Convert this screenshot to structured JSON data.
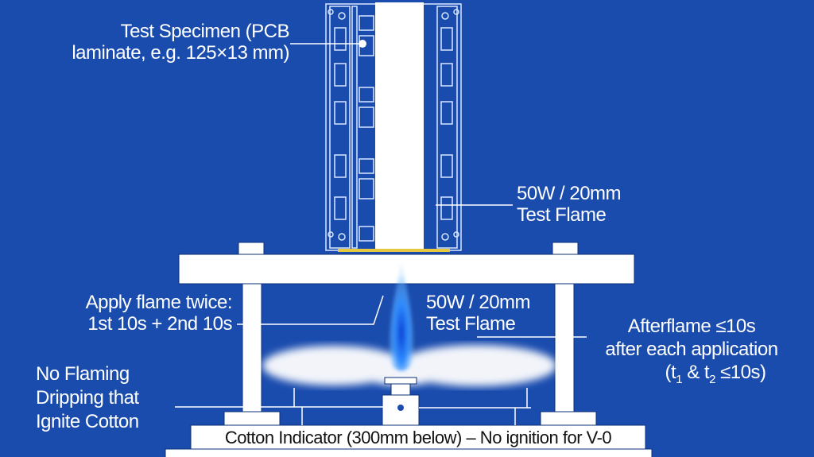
{
  "labels": {
    "specimen_line1": "Test Specimen (PCB",
    "specimen_line2": "laminate, e.g. 125×13 mm)",
    "flame_top_line1": "50W / 20mm",
    "flame_top_line2": "Test Flame",
    "apply_line1": "Apply flame twice:",
    "apply_line2": "1st 10s + 2nd 10s",
    "flame_mid_line1": "50W / 20mm",
    "flame_mid_line2": "Test Flame",
    "afterflame_line1": "Afterflame ≤10s",
    "afterflame_line2": "after each application",
    "afterflame_line3_a": "(t",
    "afterflame_sub1": "1",
    "afterflame_line3_b": " & t",
    "afterflame_sub2": "2",
    "afterflame_line3_c": " ≤10s)",
    "dripping_line1": "No Flaming",
    "dripping_line2": "Dripping that",
    "dripping_line3": "Ignite Cotton",
    "base": "Cotton Indicator (300mm below) – No ignition for V-0"
  },
  "colors": {
    "background": "#1a4cae",
    "flame": "#2f8cff",
    "specimen_edge": "#e6c840"
  }
}
